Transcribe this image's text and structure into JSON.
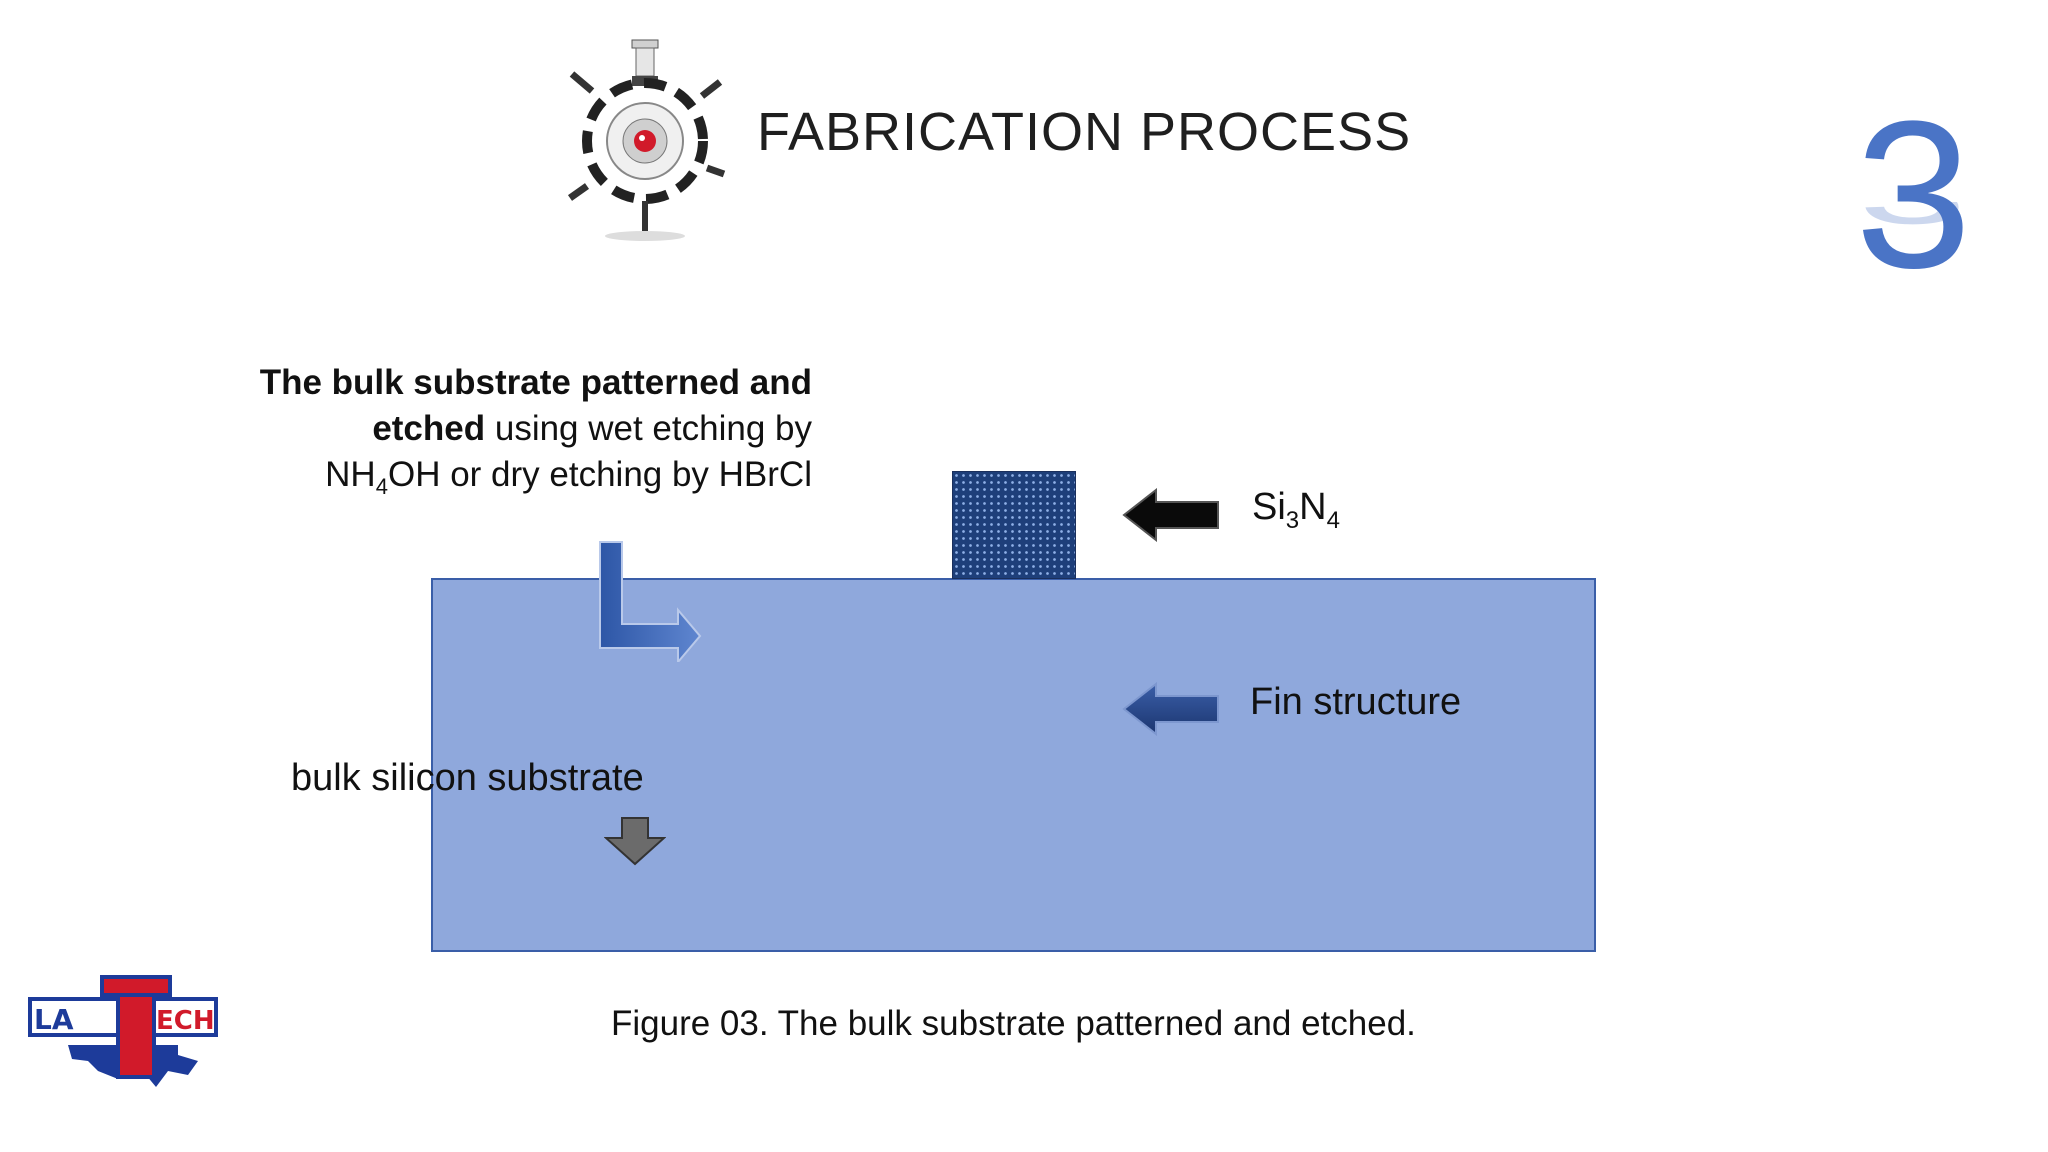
{
  "slide": {
    "title": "FABRICATION PROCESS",
    "number": "3"
  },
  "description": {
    "bold_part_1": "The bulk substrate patterned and",
    "bold_part_2": "etched",
    "normal_part_1": " using wet etching by",
    "line3_prefix": "NH",
    "line3_sub": "4",
    "line3_suffix": "OH or dry etching by HBrCl"
  },
  "labels": {
    "si3n4_a": "Si",
    "si3n4_sub1": "3",
    "si3n4_b": "N",
    "si3n4_sub2": "4",
    "fin_structure": "Fin structure",
    "bulk_substrate": "bulk silicon substrate"
  },
  "caption": "Figure 03. The bulk substrate patterned and etched.",
  "logos": {
    "latech_text": "LATECH"
  },
  "colors": {
    "substrate": "#8fa8dc",
    "nitride": "#1e3f7a",
    "slide_number": "#4a74c6"
  }
}
